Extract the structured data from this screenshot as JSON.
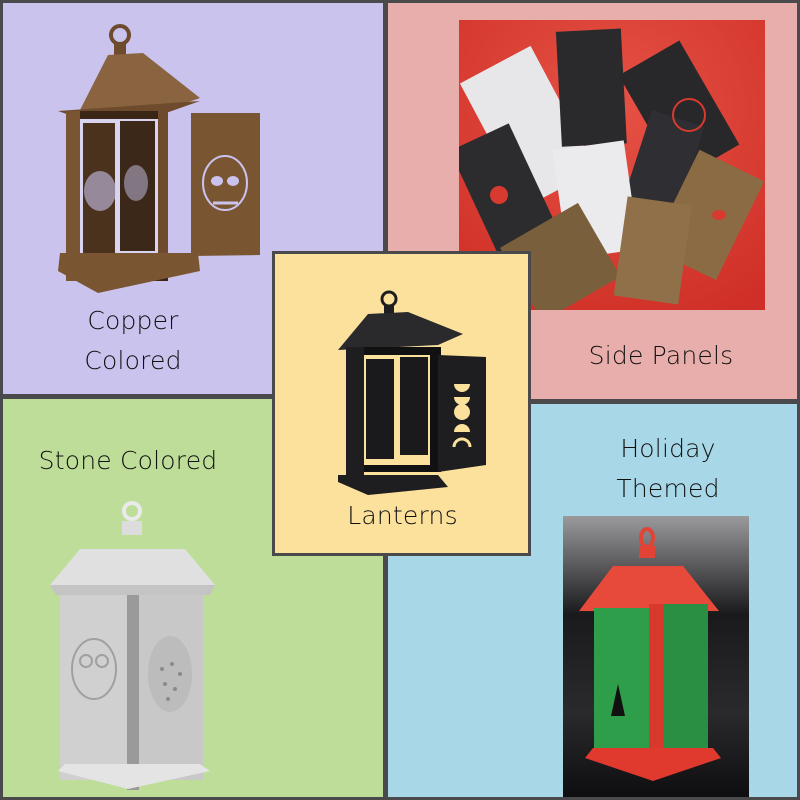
{
  "panels": {
    "copper": {
      "label_line1": "Copper",
      "label_line2": "Colored",
      "image": "copper-skull-lantern-photo",
      "bg": "#c9c3ee"
    },
    "side_panels": {
      "label": "Side Panels",
      "image": "side-panels-collection-photo",
      "bg": "#e8aeac"
    },
    "stone": {
      "label": "Stone Colored",
      "image": "stone-owl-lantern-photo",
      "bg": "#bedd98"
    },
    "holiday": {
      "label_line1": "Holiday",
      "label_line2": "Themed",
      "image": "christmas-lantern-photo",
      "bg": "#a8d8e8"
    },
    "center": {
      "label": "Lanterns",
      "image": "black-moon-phase-lantern-photo",
      "bg": "#fce19c"
    }
  },
  "colors": {
    "border": "#4a4a4c",
    "copper": "#7a5532",
    "black": "#1e1e20",
    "stone": "#d8d8d8",
    "red": "#e0392e",
    "green": "#2f9e4a"
  }
}
